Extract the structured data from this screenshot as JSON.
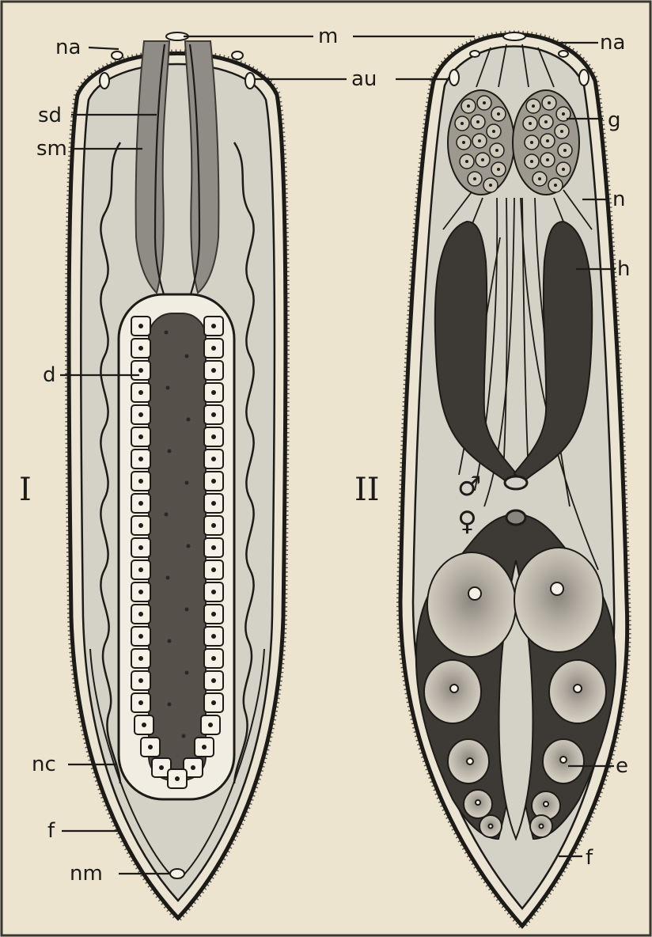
{
  "figure_numbers": {
    "left": "I",
    "right": "II"
  },
  "left_labels": {
    "na": "na",
    "m": "m",
    "au": "au",
    "sd": "sd",
    "sm": "sm",
    "d": "d",
    "nc": "nc",
    "f": "f",
    "nm": "nm"
  },
  "right_labels": {
    "na": "na",
    "g": "g",
    "n": "n",
    "h": "h",
    "e": "e",
    "f": "f"
  },
  "symbols": {
    "male": "♂",
    "female": "♀"
  },
  "colors": {
    "paper": "#ede4cf",
    "body_fill": "#d4d1c6",
    "outline": "#1c1b18",
    "dark_tissue": "#3d3a35",
    "pharynx": "#8f8b85",
    "gut": "#555049",
    "egg_fill": "#d9d3c6"
  }
}
